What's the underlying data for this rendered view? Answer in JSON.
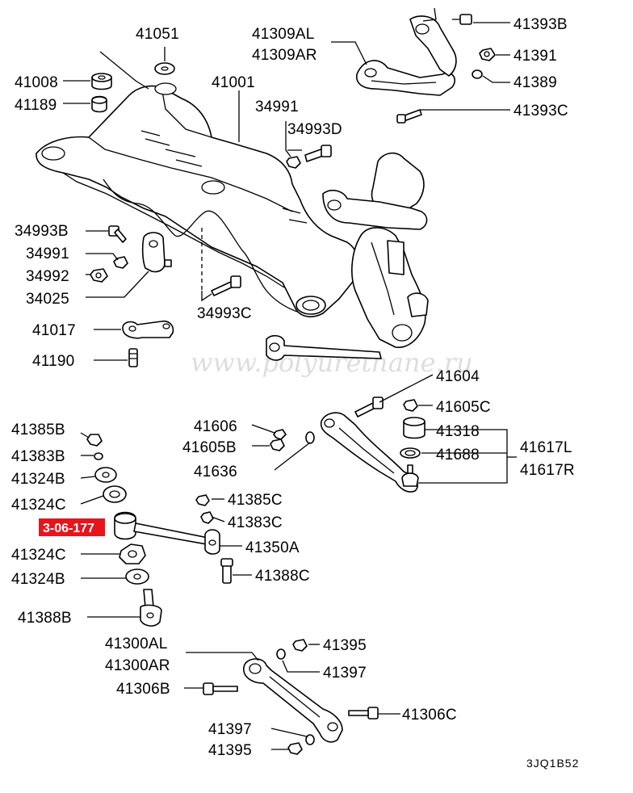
{
  "diagram": {
    "labels": {
      "l41051": "41051",
      "l41309al": "41309AL",
      "l41309ar": "41309AR",
      "l41393b": "41393B",
      "l41391": "41391",
      "l41389": "41389",
      "l41393c": "41393C",
      "l41008": "41008",
      "l41001": "41001",
      "l41189": "41189",
      "l34991a": "34991",
      "l34993d": "34993D",
      "l34993b": "34993B",
      "l34991b": "34991",
      "l34992": "34992",
      "l34025": "34025",
      "l34993c": "34993C",
      "l41017": "41017",
      "l41190": "41190",
      "l41604": "41604",
      "l41605c": "41605C",
      "l41606": "41606",
      "l41605b": "41605B",
      "l41636": "41636",
      "l41318": "41318",
      "l41688": "41688",
      "l41617l": "41617L",
      "l41617r": "41617R",
      "l41385b": "41385B",
      "l41383b": "41383B",
      "l41324b_a": "41324B",
      "l41324c_a": "41324C",
      "l41385c": "41385C",
      "l41383c": "41383C",
      "ref": "3-06-177",
      "l41350a": "41350A",
      "l41324c_b": "41324C",
      "l41388c": "41388C",
      "l41324b_b": "41324B",
      "l41388b": "41388B",
      "l41300al": "41300AL",
      "l41300ar": "41300AR",
      "l41395a": "41395",
      "l41397a": "41397",
      "l41306b": "41306B",
      "l41306c": "41306C",
      "l41397b": "41397",
      "l41395b": "41395",
      "code": "3JQ1B52",
      "watermark": "www.polyurethane.ru"
    },
    "colors": {
      "line": "#000000",
      "background": "#ffffff",
      "ref_badge": "#e8141c",
      "ref_text": "#ffffff"
    }
  }
}
